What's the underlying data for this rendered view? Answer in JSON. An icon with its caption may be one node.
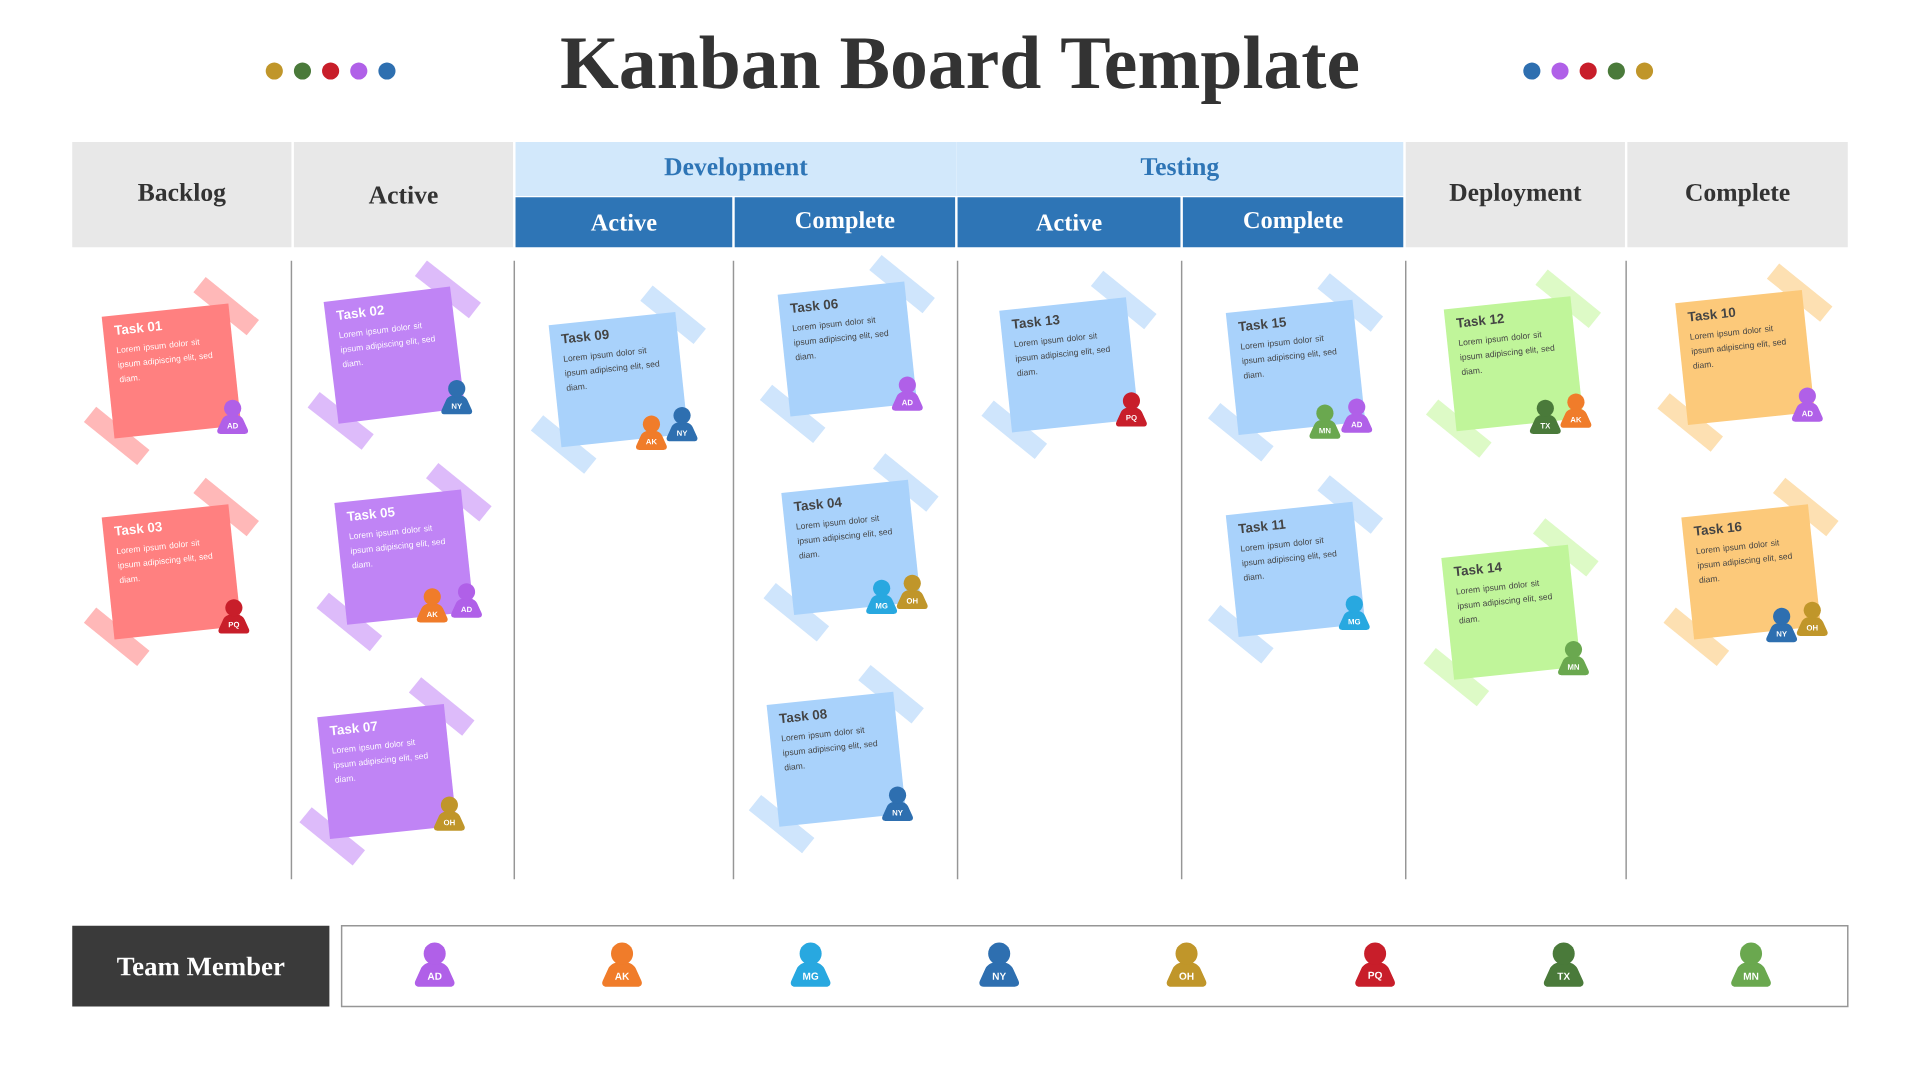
{
  "diagram": {
    "title": "Kanban Board Template",
    "nodes": [
      {
        "text": [
          "Backlog"
        ]
      },
      {
        "text": [
          "Active"
        ]
      },
      {
        "text": [
          "Development"
        ]
      },
      {
        "text": [
          "Active"
        ]
      },
      {
        "text": [
          "Complete"
        ]
      },
      {
        "text": [
          "Testing"
        ]
      },
      {
        "text": [
          "Active"
        ]
      },
      {
        "text": [
          "Complete"
        ]
      },
      {
        "text": [
          "Deployment"
        ]
      },
      {
        "text": [
          "Complete"
        ]
      },
      {
        "text": [
          "Task 01",
          "Lorem ipsum dolor sit ipsum adipiscing elit, sed diam."
        ]
      },
      {
        "text": [
          "AD"
        ],
        "in": 10
      },
      {
        "text": [
          "Task 03",
          "Lorem ipsum dolor sit ipsum adipiscing elit, sed diam."
        ]
      },
      {
        "text": [
          "PQ"
        ],
        "in": 12
      },
      {
        "text": [
          "Task 02",
          "Lorem ipsum dolor sit ipsum adipiscing elit, sed diam."
        ]
      },
      {
        "text": [
          "NY"
        ],
        "in": 14
      },
      {
        "text": [
          "Task 05",
          "Lorem ipsum dolor sit ipsum adipiscing elit, sed diam."
        ]
      },
      {
        "text": [
          "AK"
        ],
        "in": 16
      },
      {
        "text": [
          "AD"
        ],
        "in": 16
      },
      {
        "text": [
          "Task 07",
          "Lorem ipsum dolor sit ipsum adipiscing elit, sed diam."
        ]
      },
      {
        "text": [
          "OH"
        ],
        "in": 19
      },
      {
        "text": [
          "Task 09",
          "Lorem ipsum dolor sit ipsum adipiscing elit, sed diam."
        ]
      },
      {
        "text": [
          "AK"
        ],
        "in": 21
      },
      {
        "text": [
          "NY"
        ],
        "in": 21
      },
      {
        "text": [
          "Task 06",
          "Lorem ipsum dolor sit ipsum adipiscing elit, sed diam."
        ]
      },
      {
        "text": [
          "AD"
        ],
        "in": 24
      },
      {
        "text": [
          "Task 04",
          "Lorem ipsum dolor sit ipsum adipiscing elit, sed diam."
        ]
      },
      {
        "text": [
          "MG"
        ],
        "in": 26
      },
      {
        "text": [
          "OH"
        ],
        "in": 26
      },
      {
        "text": [
          "Task 08",
          "Lorem ipsum dolor sit ipsum adipiscing elit, sed diam."
        ]
      },
      {
        "text": [
          "NY"
        ],
        "in": 29
      },
      {
        "text": [
          "Task 13",
          "Lorem ipsum dolor sit ipsum adipiscing elit, sed diam."
        ]
      },
      {
        "text": [
          "PQ"
        ],
        "in": 31
      },
      {
        "text": [
          "Task 15",
          "Lorem ipsum dolor sit ipsum adipiscing elit, sed diam."
        ]
      },
      {
        "text": [
          "MN"
        ],
        "in": 33
      },
      {
        "text": [
          "AD"
        ],
        "in": 33
      },
      {
        "text": [
          "Task 11",
          "Lorem ipsum dolor sit ipsum adipiscing elit, sed diam."
        ]
      },
      {
        "text": [
          "MG"
        ],
        "in": 36
      },
      {
        "text": [
          "Task 12",
          "Lorem ipsum dolor sit ipsum adipiscing elit, sed diam."
        ]
      },
      {
        "text": [
          "TX"
        ],
        "in": 38
      },
      {
        "text": [
          "AK"
        ],
        "in": 38
      },
      {
        "text": [
          "Task 14",
          "Lorem ipsum dolor sit ipsum adipiscing elit, sed diam."
        ]
      },
      {
        "text": [
          "MN"
        ],
        "in": 41
      },
      {
        "text": [
          "Task 10",
          "Lorem ipsum dolor sit ipsum adipiscing elit, sed diam."
        ]
      },
      {
        "text": [
          "AD"
        ],
        "in": 43
      },
      {
        "text": [
          "Task 16",
          "Lorem ipsum dolor sit ipsum adipiscing elit, sed diam."
        ]
      },
      {
        "text": [
          "NY"
        ],
        "in": 45
      },
      {
        "text": [
          "OH"
        ],
        "in": 45
      },
      {
        "text": [
          "Team Member"
        ]
      },
      {
        "text": [],
        "shape": "box"
      },
      {
        "text": [
          "AD"
        ],
        "in": 49
      },
      {
        "text": [
          "AK"
        ],
        "in": 49
      },
      {
        "text": [
          "MG"
        ],
        "in": 49
      },
      {
        "text": [
          "NY"
        ],
        "in": 49
      },
      {
        "text": [
          "OH"
        ],
        "in": 49
      },
      {
        "text": [
          "PQ"
        ],
        "in": 49
      },
      {
        "text": [
          "TX"
        ],
        "in": 49
      },
      {
        "text": [
          "MN"
        ],
        "in": 49
      }
    ]
  }
}
